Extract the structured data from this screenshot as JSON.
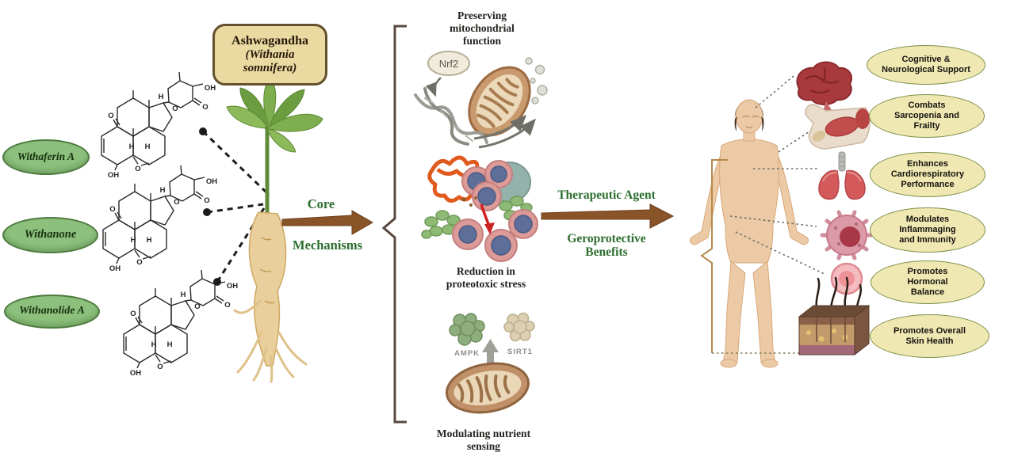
{
  "title_box": {
    "name": "Ashwagandha",
    "latin": "(Withania\nsomnifera)"
  },
  "compounds": [
    {
      "label": "Withaferin A",
      "atoms": [
        "O",
        "OH",
        "O",
        "O",
        "H",
        "H",
        "H",
        "OH",
        "O"
      ]
    },
    {
      "label": "Withanone",
      "atoms": [
        "O",
        "OH",
        "O",
        "O",
        "H",
        "H",
        "H",
        "OH",
        "O"
      ]
    },
    {
      "label": "Withanolide A",
      "atoms": [
        "O",
        "OH",
        "O",
        "O",
        "H",
        "H",
        "H",
        "OH",
        "O"
      ]
    }
  ],
  "core_arrow": {
    "top": "Core",
    "bottom": "Mechanisms"
  },
  "mechanisms": [
    {
      "title": "Preserving\nmitochondrial\nfunction",
      "molecule_tag": "Nrf2"
    },
    {
      "title": "Reduction in\nproteotoxic stress"
    },
    {
      "title": "Modulating nutrient\nsensing",
      "tag_left": "AMPK",
      "tag_right": "SIRT1"
    }
  ],
  "outcome_arrow": {
    "top": "Therapeutic Agent",
    "bottom": "Geroprotective\nBenefits"
  },
  "benefits": [
    {
      "label": "Cognitive &\nNeurological Support",
      "icon": "brain-icon"
    },
    {
      "label": "Combats\nSarcopenia and\nFrailty",
      "icon": "muscle-arm-icon"
    },
    {
      "label": "Enhances\nCardiorespiratory\nPerformance",
      "icon": "lungs-icon"
    },
    {
      "label": "Modulates\nInflammaging\nand Immunity",
      "icon": "immune-cell-icon"
    },
    {
      "label": "Promotes\nHormonal\nBalance",
      "icon": "cell-icon"
    },
    {
      "label": "Promotes Overall\nSkin Health",
      "icon": "skin-icon"
    }
  ],
  "colors": {
    "accent_green": "#2c6e2e",
    "arrow_brown": "#8a5429",
    "compound_ellipse_fill": "#8cc07c",
    "benefit_ellipse_fill": "#f0e8b2",
    "title_box_fill": "#ead9a0"
  }
}
